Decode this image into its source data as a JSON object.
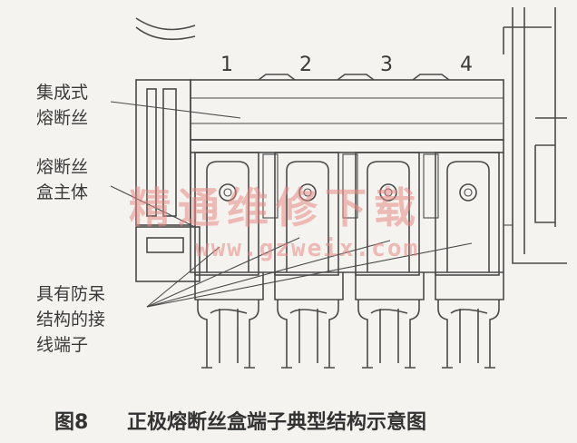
{
  "terminal_numbers": [
    "1",
    "2",
    "3",
    "4"
  ],
  "labels": {
    "integrated_fuse_1": "集成式",
    "integrated_fuse_2": "熔断丝",
    "fuse_box_body_1": "熔断丝",
    "fuse_box_body_2": "盒主体",
    "terminal_1": "具有防呆",
    "terminal_2": "结构的接",
    "terminal_3": "线端子"
  },
  "caption": {
    "figure_no": "图8",
    "title": "正极熔断丝盒端子典型结构示意图"
  },
  "watermark": {
    "text": "精通维修下载",
    "url": "www.gzweix.com"
  }
}
